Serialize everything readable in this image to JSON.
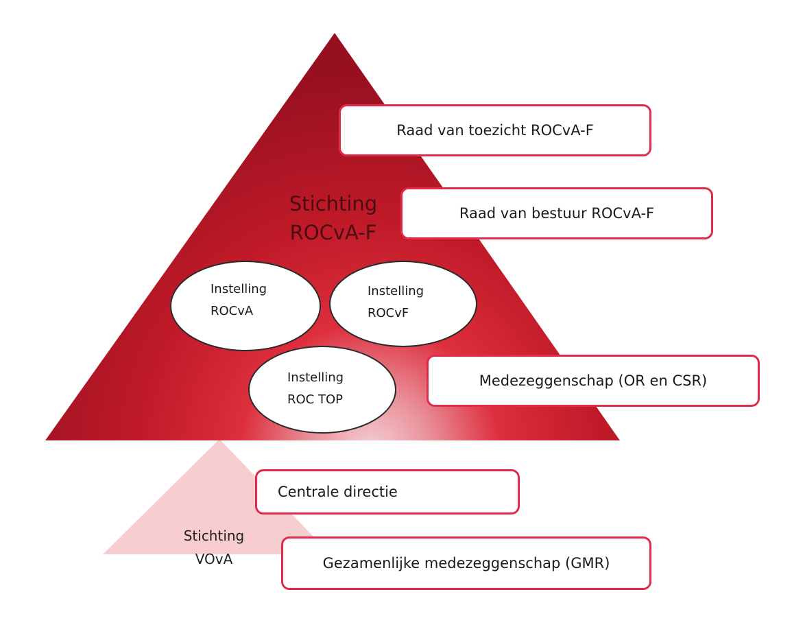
{
  "main_foundation": {
    "name_line1": "Stichting",
    "name_line2": "ROCvA-F",
    "boxes": {
      "supervisory_board": "Raad van toezicht ROCvA-F",
      "executive_board": "Raad van bestuur ROCvA-F",
      "participation": "Medezeggenschap (OR en CSR)"
    },
    "institutions": [
      {
        "line1": "Instelling",
        "line2": "ROCvA"
      },
      {
        "line1": "Instelling",
        "line2": "ROCvF"
      },
      {
        "line1": "Instelling",
        "line2": "ROC TOP"
      }
    ]
  },
  "secondary_foundation": {
    "name_line1": "Stichting",
    "name_line2": "VOvA",
    "boxes": {
      "central_management": "Centrale directie",
      "joint_participation": "Gezamenlijke medezeggenschap (GMR)"
    }
  },
  "colors": {
    "main_triangle_dark": "#9e1220",
    "main_triangle_mid": "#d0202e",
    "main_triangle_light": "#f0c6ca",
    "secondary_triangle": "#f8cdd0",
    "box_border": "#e02b4a"
  }
}
